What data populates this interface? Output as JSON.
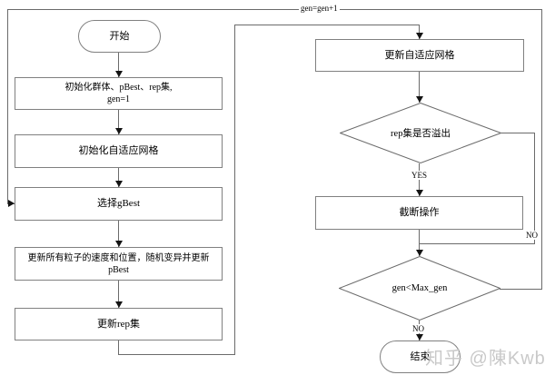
{
  "nodes": {
    "start": {
      "label": "开始"
    },
    "init": {
      "line1": "初始化群体、pBest、rep集,",
      "line2": "gen=1"
    },
    "init_grid": {
      "label": "初始化自适应网格"
    },
    "select_gbest": {
      "label": "选择gBest"
    },
    "update_particles": {
      "line1": "更新所有粒子的速度和位置，随机变异并更新",
      "line2": "pBest"
    },
    "update_rep": {
      "label": "更新rep集"
    },
    "update_grid": {
      "label": "更新自适应网格"
    },
    "rep_overflow": {
      "label": "rep集是否溢出"
    },
    "truncate": {
      "label": "截断操作"
    },
    "gen_check": {
      "label": "gen<Max_gen"
    },
    "end": {
      "label": "结束"
    }
  },
  "edge_labels": {
    "yes": "YES",
    "no_overflow": "NO",
    "no_gen": "NO",
    "loop": "gen=gen+1"
  },
  "watermark": "知乎 @陳Kwb",
  "colors": {
    "background": "#ffffff",
    "node_border": "#808080",
    "connector": "#6b6b6b",
    "arrowhead": "#141414",
    "text": "#000000",
    "watermark": "#c9c9c9"
  }
}
